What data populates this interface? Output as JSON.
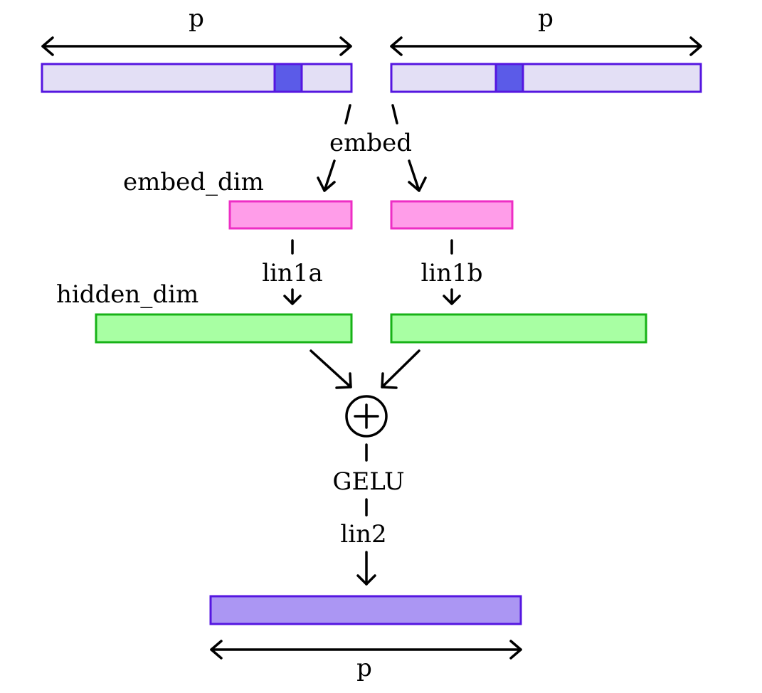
{
  "labels": {
    "p_top_left": "p",
    "p_top_right": "p",
    "embed": "embed",
    "embed_dim": "embed_dim",
    "lin1a": "lin1a",
    "lin1b": "lin1b",
    "hidden_dim": "hidden_dim",
    "gelu": "GELU",
    "lin2": "lin2",
    "p_bottom": "p"
  },
  "colors": {
    "onehot_fill": "#e3dff5",
    "onehot_stroke": "#5516e0",
    "onehot_highlight": "#5b5be8",
    "embed_fill": "#ff9de9",
    "embed_stroke": "#ee2ec5",
    "hidden_fill": "#a8ffa3",
    "hidden_stroke": "#17b217",
    "output_fill": "#ab96f3",
    "output_stroke": "#5516e0",
    "line": "#000000"
  }
}
